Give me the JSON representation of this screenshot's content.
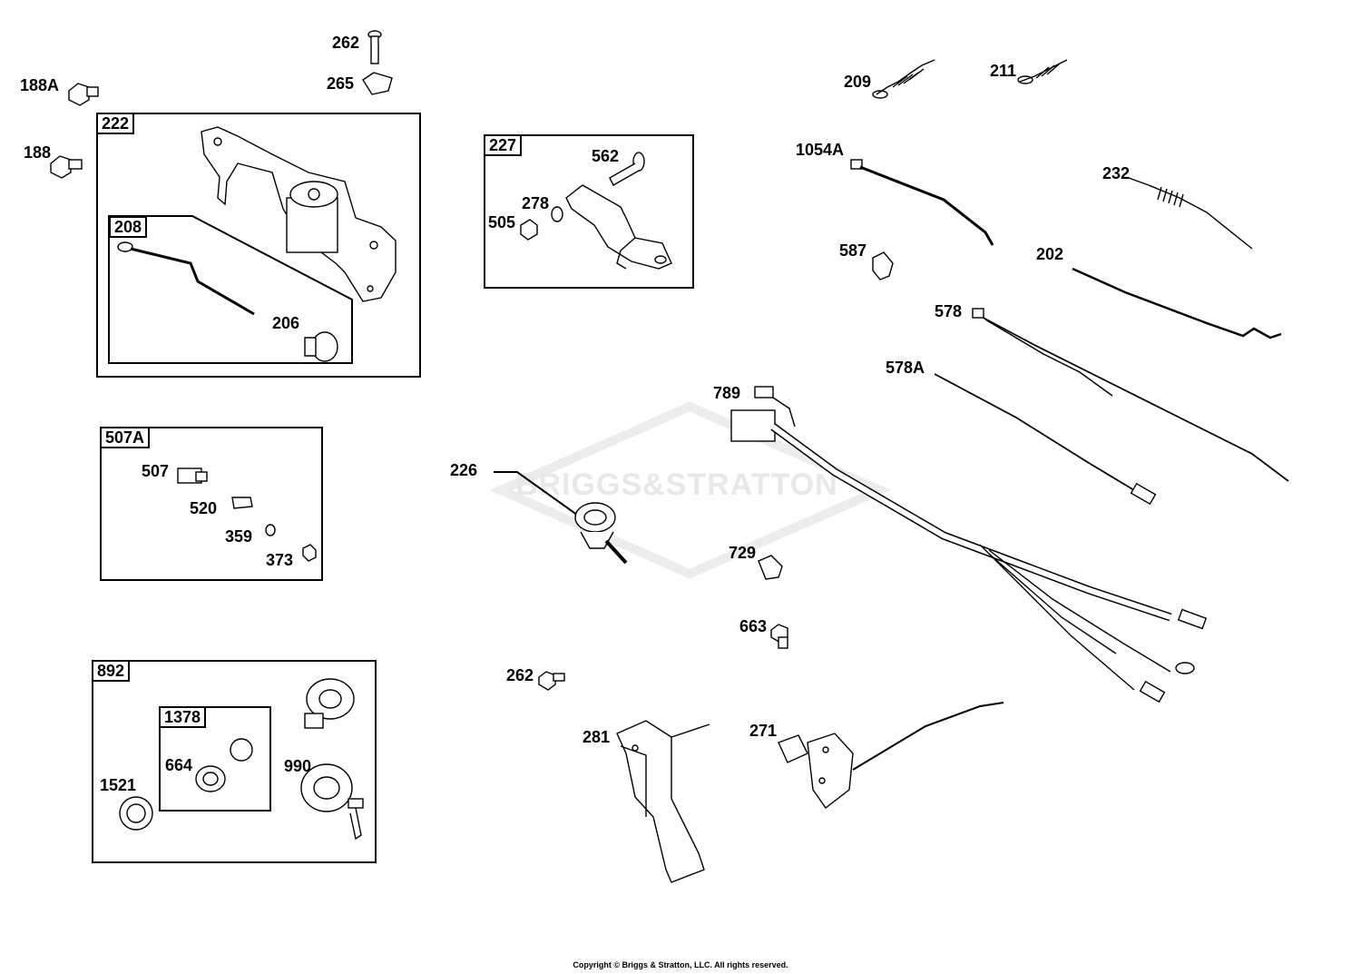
{
  "watermark": "BRIGGS&STRATTON",
  "copyright": "Copyright © Briggs & Stratton, LLC. All rights reserved.",
  "boxes": {
    "b222": "222",
    "b208": "208",
    "b227": "227",
    "b507A": "507A",
    "b892": "892",
    "b1378": "1378"
  },
  "parts": {
    "p262a": "262",
    "p265": "265",
    "p188A": "188A",
    "p188": "188",
    "p206": "206",
    "p562": "562",
    "p278": "278",
    "p505": "505",
    "p209": "209",
    "p211": "211",
    "p1054A": "1054A",
    "p232": "232",
    "p587": "587",
    "p202": "202",
    "p578": "578",
    "p578A": "578A",
    "p789": "789",
    "p226": "226",
    "p507": "507",
    "p520": "520",
    "p359": "359",
    "p373": "373",
    "p729": "729",
    "p663": "663",
    "p262b": "262",
    "p281": "281",
    "p271": "271",
    "p664": "664",
    "p990": "990",
    "p1521": "1521"
  }
}
